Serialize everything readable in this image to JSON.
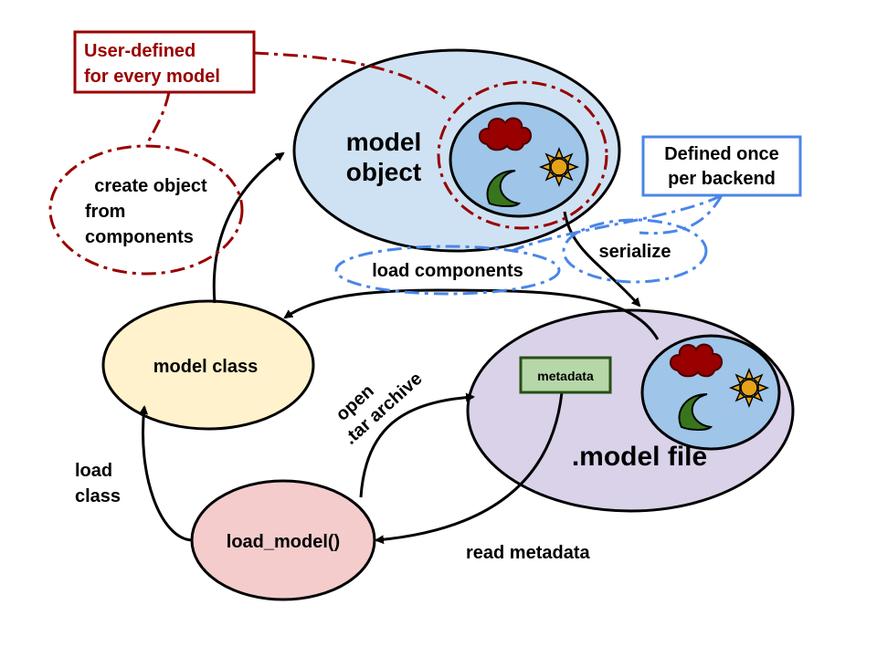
{
  "colors": {
    "model_object_fill": "#cfe2f3",
    "model_class_fill": "#fff2cc",
    "load_model_fill": "#f4cccc",
    "model_file_fill": "#d9d2e9",
    "metadata_fill": "#b6d7a8",
    "metadata_border": "#274e13",
    "inner_fill": "#9fc5e8",
    "cloud_fill": "#990000",
    "sun_fill": "#e6a317",
    "moon_fill": "#38761d",
    "user_defined": "#990000",
    "backend_defined": "#4a86e8",
    "stroke": "#000000"
  },
  "nodes": {
    "model_object": {
      "line1": "model",
      "line2": "object"
    },
    "model_class": {
      "label": "model class"
    },
    "load_model": {
      "label": "load_model()"
    },
    "model_file": {
      "label": ".model file"
    },
    "metadata": {
      "label": "metadata"
    }
  },
  "callouts": {
    "user_defined": {
      "line1": "User-defined",
      "line2": "for every model"
    },
    "backend_defined": {
      "line1": "Defined once",
      "line2": "per backend"
    }
  },
  "edges": {
    "create_object": {
      "line1": "create object",
      "line2": "from",
      "line3": "components"
    },
    "load_components": {
      "label": "load components"
    },
    "serialize": {
      "label": "serialize"
    },
    "open_tar": {
      "line1": "open",
      "line2": ".tar archive"
    },
    "load_class": {
      "line1": "load",
      "line2": "class"
    },
    "read_metadata": {
      "label": "read metadata"
    }
  },
  "icons": [
    "cloud-icon",
    "sun-icon",
    "moon-icon"
  ]
}
